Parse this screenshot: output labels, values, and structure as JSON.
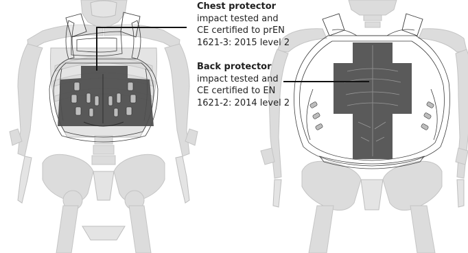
{
  "callouts": {
    "chest": {
      "heading": "Chest protector",
      "lines": [
        "impact tested and",
        "CE certified to prEN",
        "1621-3: 2015 level 2"
      ]
    },
    "back": {
      "heading": "Back protector",
      "lines": [
        "impact tested and",
        "CE certified to EN",
        "1621-2: 2014 level 2"
      ]
    }
  },
  "colors": {
    "bone_fill": "#dcdcdc",
    "bone_stroke": "#bdbdbd",
    "armor_stroke": "#555555",
    "plate_fill": "#555555",
    "leader_line": "#111111"
  },
  "icons": [
    "front-skeleton-illustration",
    "back-skeleton-illustration",
    "chest-protector-plate",
    "back-protector-plate"
  ]
}
